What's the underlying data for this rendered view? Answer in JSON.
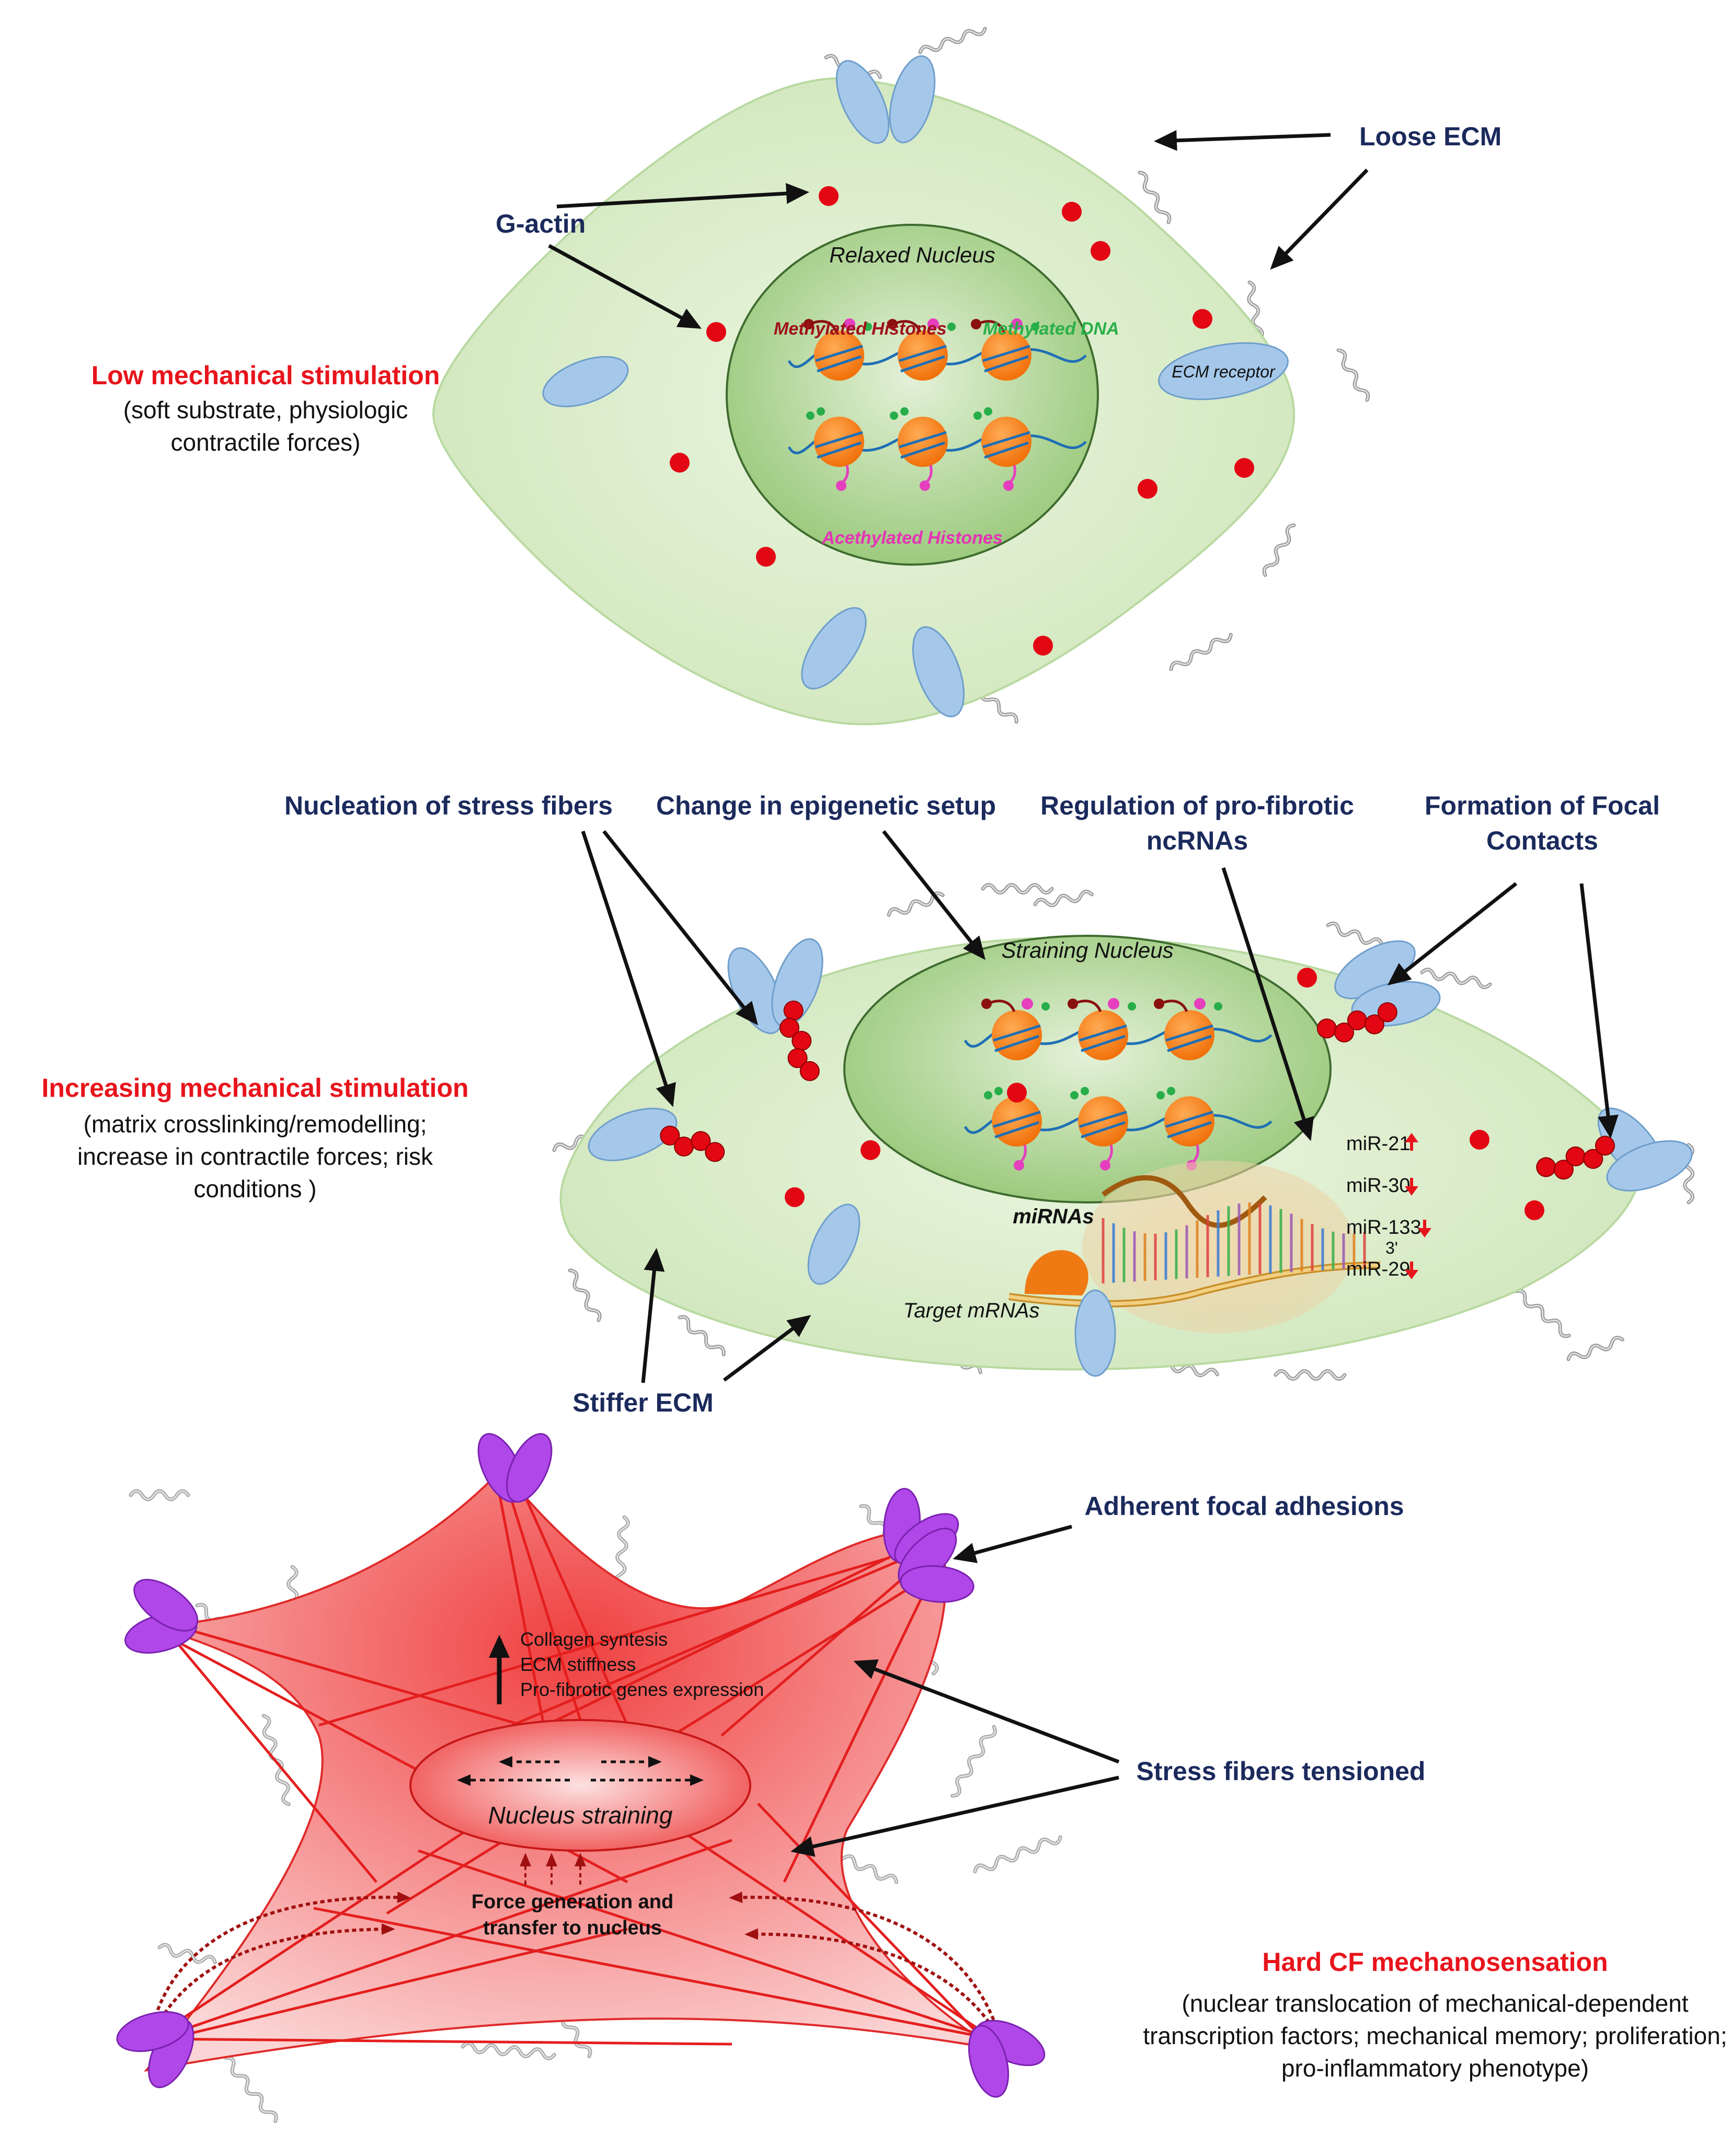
{
  "colors": {
    "heading_navy": "#1b2a5c",
    "heading_red": "#e8141c",
    "cell_green": "#d5ebc3",
    "nucleus_green": "#9fcb80",
    "histone_orange": "#f5780c",
    "receptor_blue": "#9fc3e6",
    "gactin_red": "#e30613",
    "stiff_cell_red": "#f23a3a",
    "focal_adhesion_purple": "#b047e8"
  },
  "panel1": {
    "title": "Low mechanical stimulation",
    "subtitle_line1": "(soft substrate, physiologic",
    "subtitle_line2": "contractile forces)",
    "label_gactin": "G-actin",
    "label_loose_ecm": "Loose ECM",
    "nucleus_label": "Relaxed Nucleus",
    "label_methylated_histones": "Methylated Histones",
    "label_methylated_dna": "Methylated DNA",
    "label_acetylated_histones": "Acethylated Histones",
    "label_ecm_receptor": "ECM receptor"
  },
  "panel2": {
    "title": "Increasing mechanical stimulation",
    "subtitle_line1": "(matrix crosslinking/remodelling;",
    "subtitle_line2": "increase in contractile forces; risk",
    "subtitle_line3": "conditions )",
    "label_stress_fibers": "Nucleation of stress fibers",
    "label_epigenetic": "Change in epigenetic setup",
    "label_ncrnas_line1": "Regulation of pro-fibrotic",
    "label_ncrnas_line2": "ncRNAs",
    "label_focal_line1": "Formation of Focal",
    "label_focal_line2": "Contacts",
    "nucleus_label": "Straining Nucleus",
    "mirnas": [
      {
        "name": "miR-21",
        "trend": "up"
      },
      {
        "name": "miR-30",
        "trend": "down"
      },
      {
        "name": "miR-133",
        "trend": "down"
      },
      {
        "name": "miR-29",
        "trend": "down"
      }
    ],
    "label_mirnas": "miRNAs",
    "label_target_mrnas": "Target mRNAs",
    "label_three_prime": "3'",
    "label_stiffer_ecm": "Stiffer ECM"
  },
  "panel3": {
    "title": "Hard CF mechanosensation",
    "subtitle_line1": "(nuclear translocation of mechanical-dependent",
    "subtitle_line2": "transcription factors; mechanical memory; proliferation;",
    "subtitle_line3": "pro-inflammatory phenotype)",
    "label_focal_adhesions": "Adherent focal adhesions",
    "label_stress_tensioned": "Stress fibers tensioned",
    "effect_line1": "Collagen syntesis",
    "effect_line2": "ECM stiffness",
    "effect_line3": "Pro-fibrotic genes expression",
    "nucleus_label": "Nucleus straining",
    "force_line1": "Force generation and",
    "force_line2": "transfer to nucleus"
  }
}
